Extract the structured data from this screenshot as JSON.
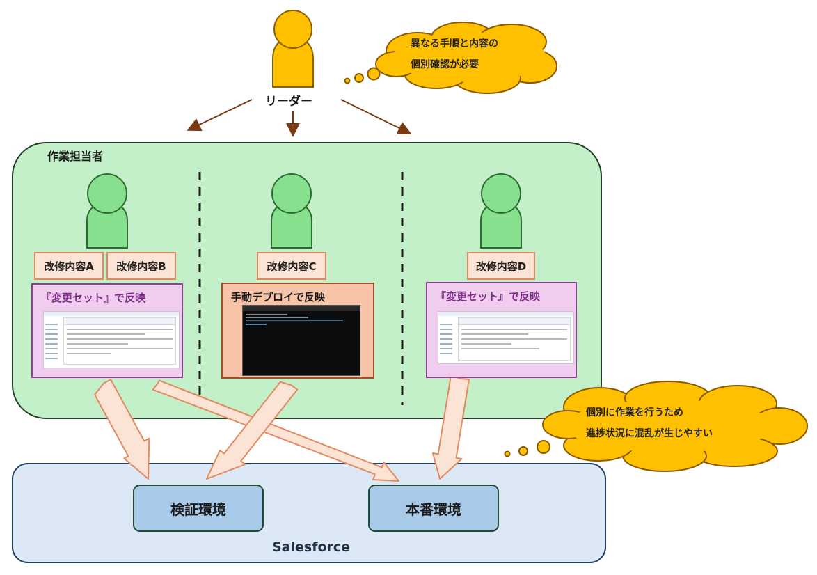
{
  "leader": {
    "label": "リーダー"
  },
  "leader_bubble": {
    "line1": "異なる手順と内容の",
    "line2": "個別確認が必要"
  },
  "workers": {
    "group_label": "作業担当者",
    "worker1": {
      "items": [
        "改修内容A",
        "改修内容B"
      ],
      "method": "『変更セット』で反映"
    },
    "worker2": {
      "items": [
        "改修内容C"
      ],
      "method": "手動デプロイで反映"
    },
    "worker3": {
      "items": [
        "改修内容D"
      ],
      "method": "『変更セット』で反映"
    }
  },
  "salesforce": {
    "label": "Salesforce",
    "sandbox": "検証環境",
    "production": "本番環境"
  },
  "worker_bubble": {
    "line1": "個別に作業を行うため",
    "line2": "進捗状況に混乱が生じやすい"
  },
  "colors": {
    "leader": "#ffc000",
    "worker": "#86e08e",
    "group_bg": "#c3f0c8",
    "salesforce_bg": "#dce8f5",
    "env": "#a9c9e9",
    "arrow_leader": "#7b3b12",
    "arrow_fill": "#fbe3d6",
    "arrow_stroke": "#e4895f"
  }
}
